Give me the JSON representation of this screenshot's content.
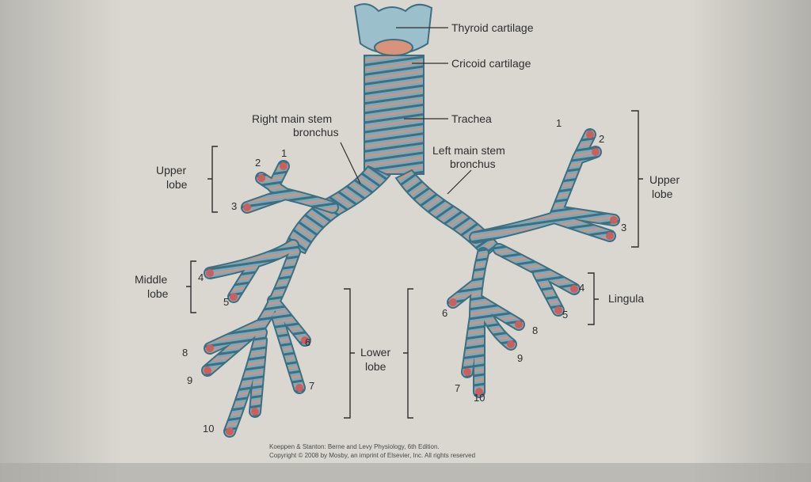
{
  "colors": {
    "paper": "#d8d6cf",
    "tissue": "#7fa9b8",
    "tissue_dark": "#3d6f82",
    "cartilage": "#d8937a",
    "tip": "#c86060",
    "line": "#2f2f2f"
  },
  "labels": {
    "thyroid": "Thyroid cartilage",
    "cricoid": "Cricoid cartilage",
    "trachea": "Trachea",
    "right_main_1": "Right main stem",
    "right_main_2": "bronchus",
    "left_main_1": "Left main stem",
    "left_main_2": "bronchus",
    "upper_left_1": "Upper",
    "upper_left_2": "lobe",
    "middle_1": "Middle",
    "middle_2": "lobe",
    "lower_1": "Lower",
    "lower_2": "lobe",
    "upper_right_1": "Upper",
    "upper_right_2": "lobe",
    "lingula": "Lingula"
  },
  "segments": {
    "r1": "1",
    "r2": "2",
    "r3": "3",
    "r4": "4",
    "r5": "5",
    "r6": "6",
    "r7": "7",
    "r8": "8",
    "r9": "9",
    "r10": "10",
    "l1": "1",
    "l2": "2",
    "l3": "3",
    "l4": "4",
    "l5": "5",
    "l6": "6",
    "l7": "7",
    "l8": "8",
    "l9": "9",
    "l10": "10"
  },
  "credit": {
    "line1": "Koeppen & Stanton: Berne and Levy Physiology, 6th Edition.",
    "line2": "Copyright © 2008 by Mosby, an imprint of Elsevier, Inc. All rights reserved"
  }
}
